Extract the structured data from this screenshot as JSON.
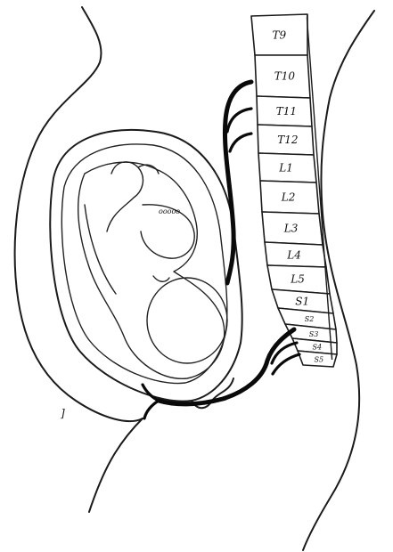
{
  "spine": {
    "labels": [
      "T9",
      "T10",
      "T11",
      "T12",
      "L1",
      "L2",
      "L3",
      "L4",
      "L5",
      "S1",
      "S2",
      "S3",
      "S4",
      "S5"
    ]
  },
  "fetus": {
    "scalp_marks": "ooooo"
  },
  "bracket": {
    "text": "]"
  },
  "colors": {
    "ink": "#1b1b1b",
    "nerve": "#0a0a0a",
    "paper": "#ffffff"
  }
}
